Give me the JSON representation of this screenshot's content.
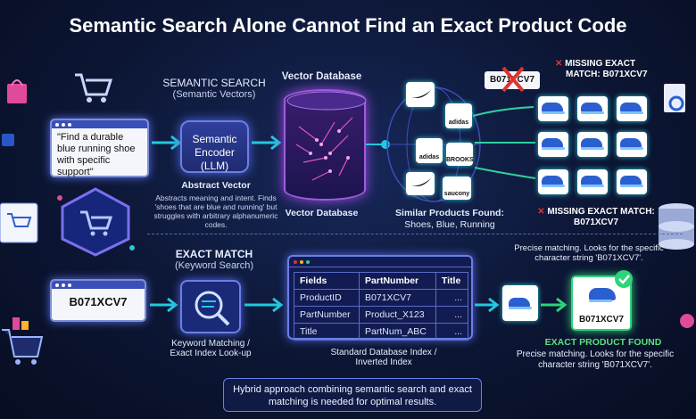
{
  "title": "Semantic Search Alone Cannot Find an Exact Product Code",
  "semantic": {
    "header": "SEMANTIC SEARCH",
    "subheader": "(Semantic Vectors)",
    "query": "\"Find a durable blue running shoe with specific support\"",
    "encoder_line1": "Semantic",
    "encoder_line2": "Encoder",
    "encoder_line3": "(LLM)",
    "abstract_title": "Abstract Vector",
    "abstract_text": "Abstracts meaning and intent. Finds 'shoes that are blue and running' but struggles with arbitrary alphanumeric codes.",
    "db_title": "Vector Database",
    "db_caption": "Vector Database",
    "similar_title": "Similar Products Found:",
    "similar_sub": "Shoes, Blue, Running",
    "logos": [
      "adidas",
      "adidas",
      "BROOKS",
      "saucony"
    ],
    "crossed_code": "B071XCV7",
    "missing_top_line1": "MISSING EXACT",
    "missing_top_line2": "MATCH: B071XCV7",
    "missing_mid_line1": "MISSING EXACT MATCH:",
    "missing_mid_line2": "B071XCV7",
    "precise_top": "Precise matching. Looks for the specific character string 'B071XCV7'."
  },
  "exact": {
    "header": "EXACT MATCH",
    "subheader": "(Keyword Search)",
    "query": "B071XCV7",
    "matching_line1": "Keyword Matching /",
    "matching_line2": "Exact Index Look-up",
    "table_headers": [
      "Fields",
      "PartNumber",
      "Title"
    ],
    "table_rows": [
      [
        "ProductID",
        "B071XCV7",
        "..."
      ],
      [
        "PartNumber",
        "Product_X123",
        "..."
      ],
      [
        "Title",
        "PartNum_ABC",
        "..."
      ]
    ],
    "index_line1": "Standard Database Index /",
    "index_line2": "Inverted Index",
    "result_code": "B071XCV7",
    "found_title": "EXACT PRODUCT FOUND",
    "found_text": "Precise matching. Looks for the specific character string 'B071XCV7'."
  },
  "footer": "Hybrid approach combining semantic search and exact matching is needed for optimal results.",
  "colors": {
    "accent": "#22c8e0",
    "missing": "#e0322f",
    "found": "#2fd37a"
  }
}
